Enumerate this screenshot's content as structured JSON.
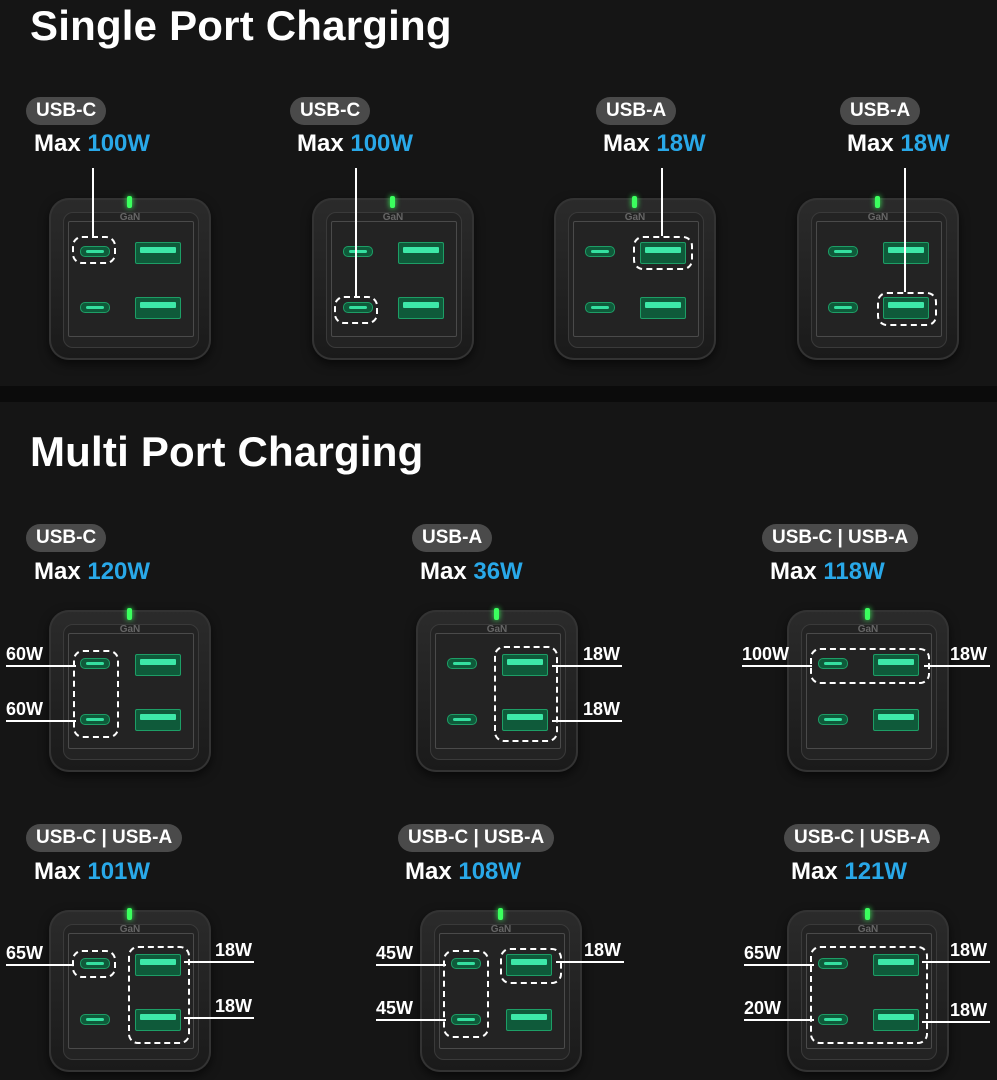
{
  "single": {
    "title": "Single Port Charging",
    "items": [
      {
        "port": "USB-C",
        "max_prefix": "Max ",
        "max_watt": "100W"
      },
      {
        "port": "USB-C",
        "max_prefix": "Max ",
        "max_watt": "100W"
      },
      {
        "port": "USB-A",
        "max_prefix": "Max ",
        "max_watt": "18W"
      },
      {
        "port": "USB-A",
        "max_prefix": "Max ",
        "max_watt": "18W"
      }
    ]
  },
  "multi": {
    "title": "Multi Port Charging",
    "items": [
      {
        "port": "USB-C",
        "max_prefix": "Max ",
        "max_watt": "120W",
        "labels": [
          "60W",
          "60W"
        ]
      },
      {
        "port": "USB-A",
        "max_prefix": "Max ",
        "max_watt": "36W",
        "labels": [
          "18W",
          "18W"
        ]
      },
      {
        "port": "USB-C | USB-A",
        "max_prefix": "Max ",
        "max_watt": "118W",
        "labels": [
          "100W",
          "18W"
        ]
      },
      {
        "port": "USB-C | USB-A",
        "max_prefix": "Max ",
        "max_watt": "101W",
        "labels": [
          "65W",
          "18W",
          "18W"
        ]
      },
      {
        "port": "USB-C | USB-A",
        "max_prefix": "Max ",
        "max_watt": "108W",
        "labels": [
          "45W",
          "45W",
          "18W"
        ]
      },
      {
        "port": "USB-C | USB-A",
        "max_prefix": "Max ",
        "max_watt": "121W",
        "labels": [
          "65W",
          "20W",
          "18W",
          "18W"
        ]
      }
    ]
  },
  "charger_brand": "GaN",
  "colors": {
    "accent": "#29a8e8",
    "led": "#3bff5e",
    "port": "#35e0a0"
  }
}
